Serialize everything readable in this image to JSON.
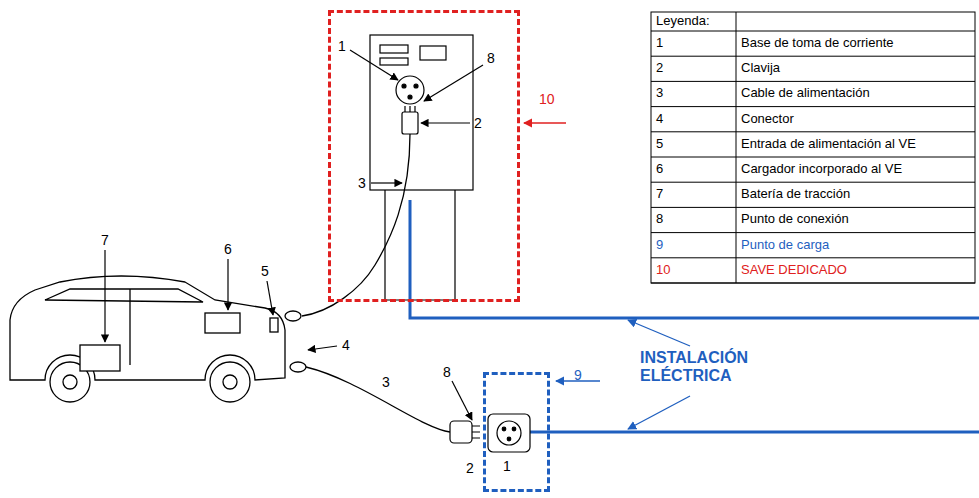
{
  "diagram": {
    "nodes": [
      {
        "text": [
          "10"
        ]
      },
      {
        "text": [
          "9"
        ]
      }
    ],
    "labels": [
      "1",
      "8",
      "2",
      "3",
      "7",
      "6",
      "5",
      "4",
      "3",
      "8",
      "2",
      "1",
      "INSTALACIÓN ELÉCTRICA",
      "Leyenda:",
      "1",
      "2",
      "3",
      "4",
      "5",
      "6",
      "7",
      "8",
      "9",
      "10"
    ],
    "legend": [
      {
        "text": "Base de toma de corriente"
      },
      {
        "text": "Clavija"
      },
      {
        "text": "Cable de alimentación"
      },
      {
        "text": "Conector"
      },
      {
        "text": "Entrada de alimentación al VE"
      },
      {
        "text": "Cargador incorporado al VE"
      },
      {
        "text": "Batería de tracción"
      },
      {
        "text": "Punto de conexión"
      },
      {
        "text": "Punto de carga"
      },
      {
        "text": "SAVE DEDICADO"
      }
    ]
  }
}
